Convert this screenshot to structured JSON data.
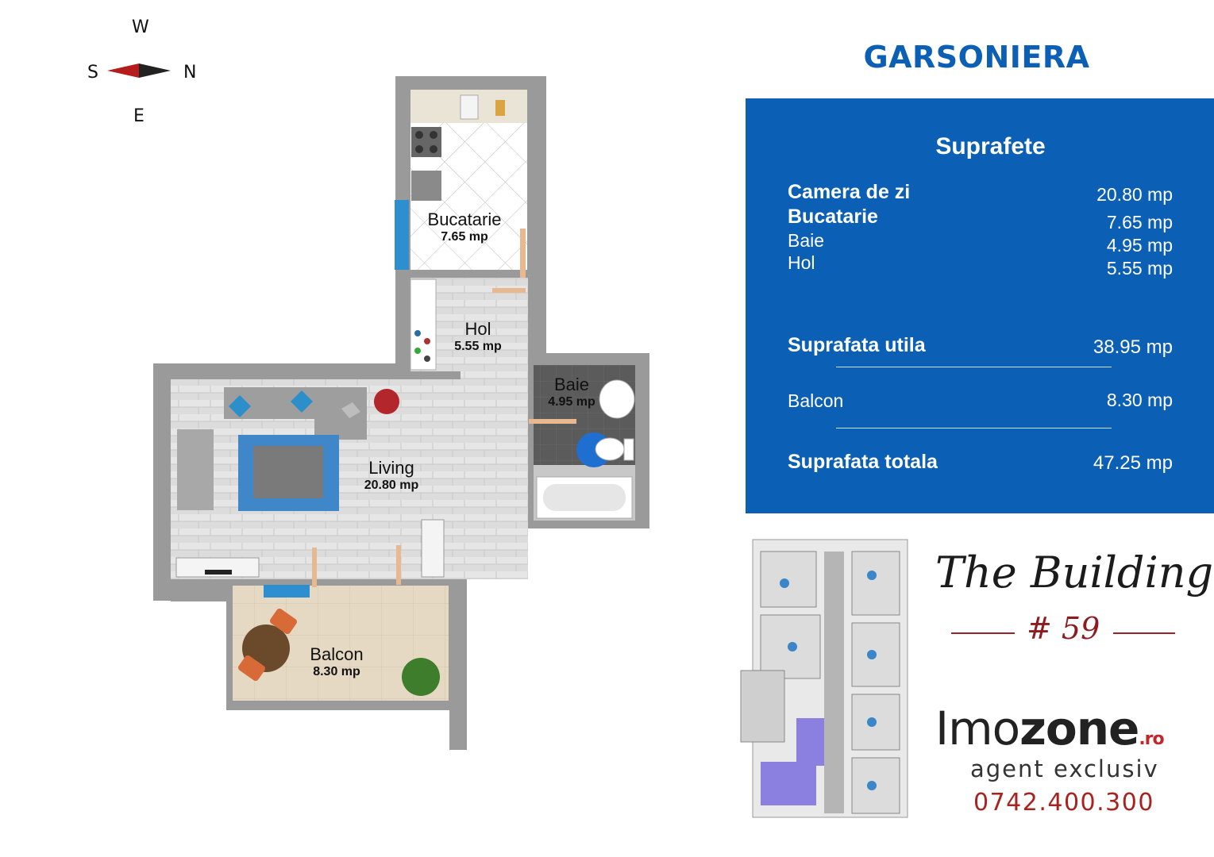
{
  "compass": {
    "w": "W",
    "s": "S",
    "n": "N",
    "e": "E"
  },
  "title": "GARSONIERA",
  "panel": {
    "heading": "Suprafete",
    "rows": [
      {
        "label": "Camera de zi",
        "value": "20.80 mp"
      },
      {
        "label": "Bucatarie",
        "value": "7.65 mp"
      },
      {
        "label": "Baie",
        "value": "4.95 mp"
      },
      {
        "label": "Hol",
        "value": "5.55 mp"
      }
    ],
    "utila": {
      "label": "Suprafata utila",
      "value": "38.95 mp"
    },
    "balcon": {
      "label": "Balcon",
      "value": "8.30 mp"
    },
    "totala": {
      "label": "Suprafata totala",
      "value": "47.25 mp"
    }
  },
  "rooms": {
    "bucatarie": {
      "name": "Bucatarie",
      "area": "7.65 mp"
    },
    "hol": {
      "name": "Hol",
      "area": "5.55 mp"
    },
    "baie": {
      "name": "Baie",
      "area": "4.95 mp"
    },
    "living": {
      "name": "Living",
      "area": "20.80 mp"
    },
    "balcon": {
      "name": "Balcon",
      "area": "8.30 mp"
    }
  },
  "brand": {
    "building": "The Building",
    "number": "# 59",
    "logo_part1": "Imo",
    "logo_part2": "zone",
    "logo_tld": ".ro",
    "agent": "agent exclusiv",
    "phone": "0742.400.300"
  },
  "colors": {
    "accent": "#0b5fb5",
    "brand_red": "#c3262b"
  }
}
